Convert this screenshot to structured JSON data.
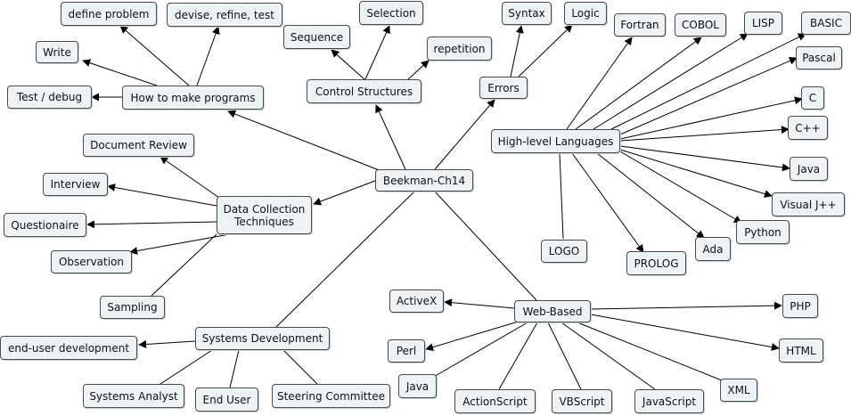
{
  "concept_map": {
    "nodes": {
      "root": "Beekman-Ch14",
      "how": "How to make programs",
      "define": "define problem",
      "devise": "devise, refine, test",
      "write": "Write",
      "test": "Test / debug",
      "control": "Control Structures",
      "sequence": "Sequence",
      "selection": "Selection",
      "repetition": "repetition",
      "errors": "Errors",
      "syntax": "Syntax",
      "logic": "Logic",
      "hll": "High-level Languages",
      "fortran": "Fortran",
      "cobol": "COBOL",
      "lisp": "LISP",
      "basic": "BASIC",
      "pascal": "Pascal",
      "c": "C",
      "cpp": "C++",
      "java1": "Java",
      "vj": "Visual J++",
      "python": "Python",
      "ada": "Ada",
      "prolog": "PROLOG",
      "logo": "LOGO",
      "dct": "Data Collection\nTechniques",
      "docreview": "Document Review",
      "interview": "Interview",
      "quest": "Questionaire",
      "obs": "Observation",
      "sampling": "Sampling",
      "sysdev": "Systems Development",
      "enduserdev": "end-user development",
      "sysanalyst": "Systems Analyst",
      "enduser": "End User",
      "steering": "Steering Committee",
      "web": "Web-Based",
      "activex": "ActiveX",
      "perl": "Perl",
      "java2": "Java",
      "actionscript": "ActionScript",
      "vbscript": "VBScript",
      "javascript": "JavaScript",
      "xml": "XML",
      "html": "HTML",
      "php": "PHP"
    }
  }
}
